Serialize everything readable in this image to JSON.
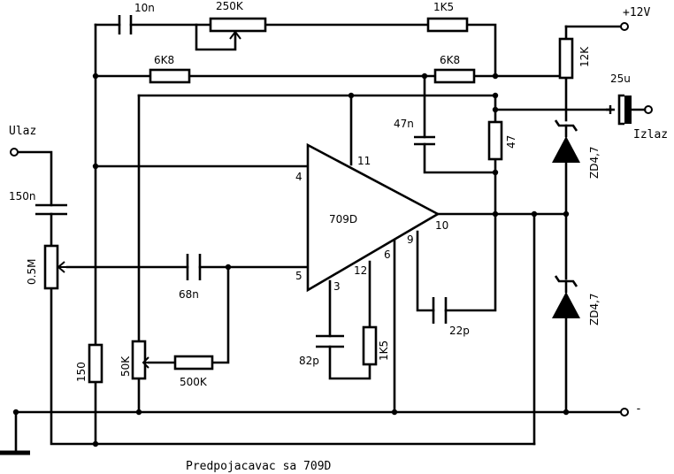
{
  "title": "Predpojacavac sa 709D",
  "opamp": {
    "label": "709D",
    "pins": {
      "p4": "4",
      "p5": "5",
      "p11": "11",
      "p10": "10",
      "p9": "9",
      "p6": "6",
      "p12": "12",
      "p3": "3"
    }
  },
  "labels": {
    "input": "Ulaz",
    "output": "Izlaz",
    "supply_pos": "+12V",
    "supply_neg": "-"
  },
  "components": {
    "c_10n": "10n",
    "r_250k": "250K",
    "r_1k5_top": "1K5",
    "r_6k8_left": "6K8",
    "r_6k8_right": "6K8",
    "c_47n": "47n",
    "r_47": "47",
    "r_12k": "12K",
    "c_25u": "25u",
    "z_top": "ZD4,7",
    "z_bottom": "ZD4,7",
    "c_150n": "150n",
    "pot_05m": "0.5M",
    "c_68n": "68n",
    "r_150": "150",
    "pot_50k": "50K",
    "r_500k": "500K",
    "c_82p": "82p",
    "r_1k5_bot": "1K5",
    "c_22p": "22p"
  }
}
